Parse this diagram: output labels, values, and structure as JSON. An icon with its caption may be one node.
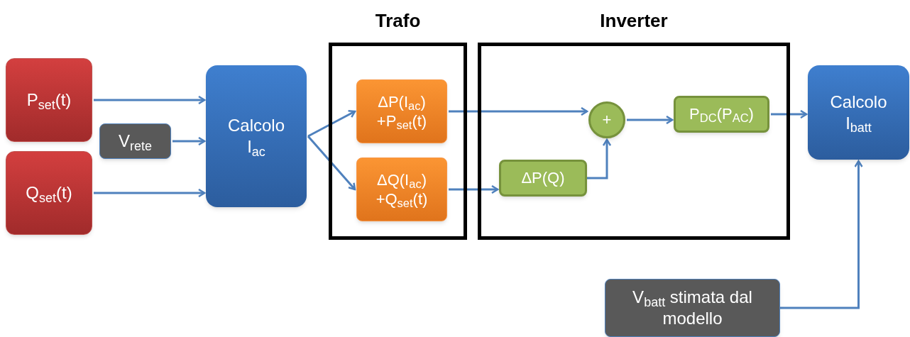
{
  "diagram": {
    "nodes": [
      {
        "text": [
          "P$_{set}$(t)"
        ]
      },
      {
        "text": [
          "V$_{rete}$"
        ]
      },
      {
        "text": [
          "Q$_{set}$(t)"
        ]
      },
      {
        "text": [
          "Calcolo I$_{ac}$"
        ]
      },
      {
        "text": [
          "Trafo"
        ]
      },
      {
        "text": [
          "ΔP(I$_{ac}$) +P$_{set}$(t)"
        ],
        "in": 4
      },
      {
        "text": [
          "ΔQ(I$_{ac}$) +Q$_{set}$(t)"
        ],
        "in": 4
      },
      {
        "text": [
          "Inverter"
        ]
      },
      {
        "text": [
          "+"
        ],
        "in": 7
      },
      {
        "text": [
          "P$_{DC}$(P$_{AC}$)"
        ],
        "in": 7
      },
      {
        "text": [
          "ΔP(Q)"
        ],
        "in": 7
      },
      {
        "text": [
          "Calcolo I$_{batt}$"
        ]
      },
      {
        "text": [
          "V$_{batt}$ stimata dal modello"
        ]
      }
    ],
    "edges": [
      {
        "from": 0,
        "to": 3,
        "arrow": "to"
      },
      {
        "from": 1,
        "to": 3,
        "arrow": "to"
      },
      {
        "from": 2,
        "to": 3,
        "arrow": "to"
      },
      {
        "from": 3,
        "to": 5,
        "arrow": "to"
      },
      {
        "from": 3,
        "to": 6,
        "arrow": "to"
      },
      {
        "from": 5,
        "to": 8,
        "arrow": "to"
      },
      {
        "from": 6,
        "to": 10,
        "arrow": "to"
      },
      {
        "from": 10,
        "to": 8,
        "arrow": "to"
      },
      {
        "from": 8,
        "to": 9,
        "arrow": "to"
      },
      {
        "from": 9,
        "to": 11,
        "arrow": "to"
      },
      {
        "from": 12,
        "to": 11,
        "arrow": "to"
      }
    ]
  }
}
